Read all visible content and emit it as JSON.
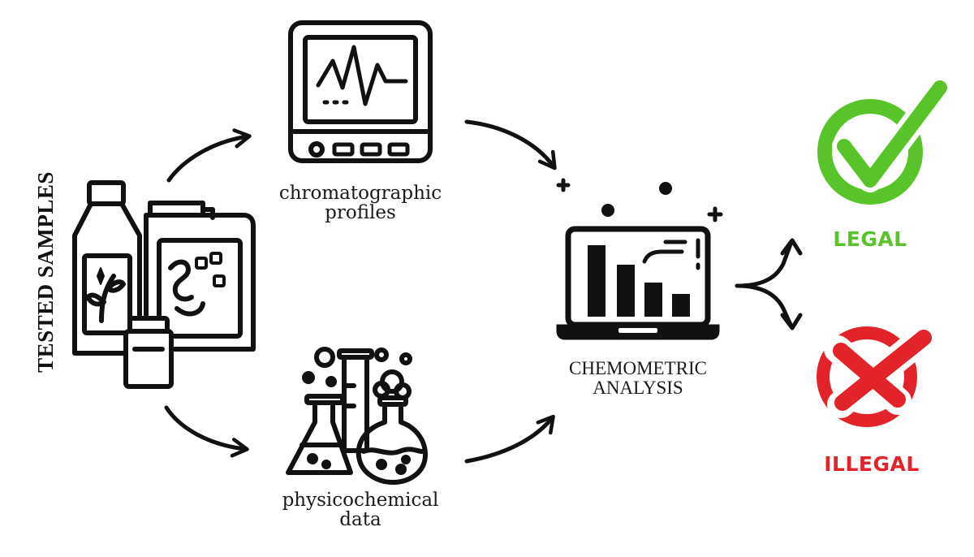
{
  "labels": {
    "tested_samples": "TESTED SAMPLES",
    "chromatographic_line1": "chromatographic",
    "chromatographic_line2": "profiles",
    "physicochemical_line1": "physicochemical",
    "physicochemical_line2": "data",
    "chemometric_line1": "CHEMOMETRIC",
    "chemometric_line2": "ANALYSIS",
    "legal": "LEGAL",
    "illegal": "ILLEGAL"
  },
  "colors": {
    "ink": "#111111",
    "legal": "#59c32a",
    "illegal": "#e3232a"
  },
  "icons": {
    "samples": "bottles-and-canister-icon",
    "monitor": "chromatograph-monitor-icon",
    "flasks": "laboratory-flasks-icon",
    "laptop": "laptop-bar-chart-icon",
    "check": "checkmark-circle-icon",
    "cross": "x-circle-icon"
  }
}
